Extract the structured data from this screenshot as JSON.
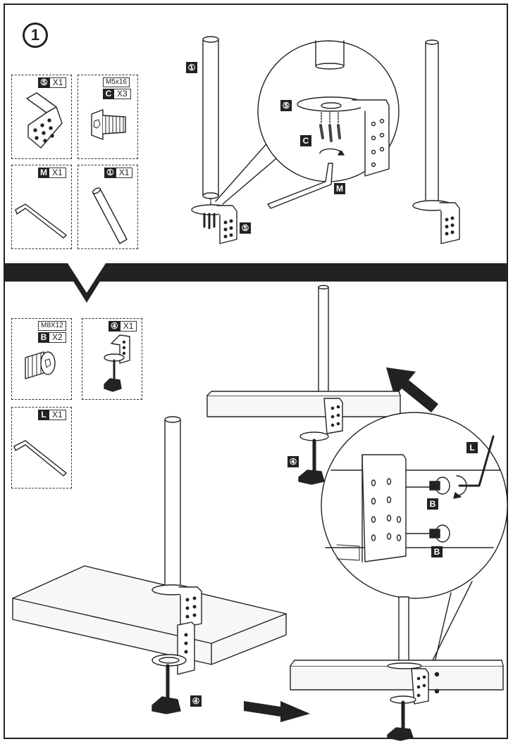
{
  "step": {
    "number": "1"
  },
  "parts_top": [
    {
      "key": "⑤",
      "qty": "X1",
      "size": ""
    },
    {
      "key": "C",
      "qty": "X3",
      "size": "M5x16"
    },
    {
      "key": "M",
      "qty": "X1",
      "size": ""
    },
    {
      "key": "①",
      "qty": "X1",
      "size": ""
    }
  ],
  "parts_bottom": [
    {
      "key": "B",
      "qty": "X2",
      "size": "M8X12"
    },
    {
      "key": "④",
      "qty": "X1",
      "size": ""
    },
    {
      "key": "L",
      "qty": "X1",
      "size": ""
    }
  ],
  "callouts": {
    "pole": "①",
    "base_plate": "⑤",
    "base_plate_detail": "⑤",
    "screw_c": "C",
    "wrench_m": "M",
    "clamp_left": "④",
    "clamp_right": "④",
    "wrench_l": "L",
    "bolt_b_upper": "B",
    "bolt_b_lower": "B"
  },
  "colors": {
    "ink": "#222222",
    "bg": "#ffffff",
    "wood": "#f4f4f4"
  }
}
